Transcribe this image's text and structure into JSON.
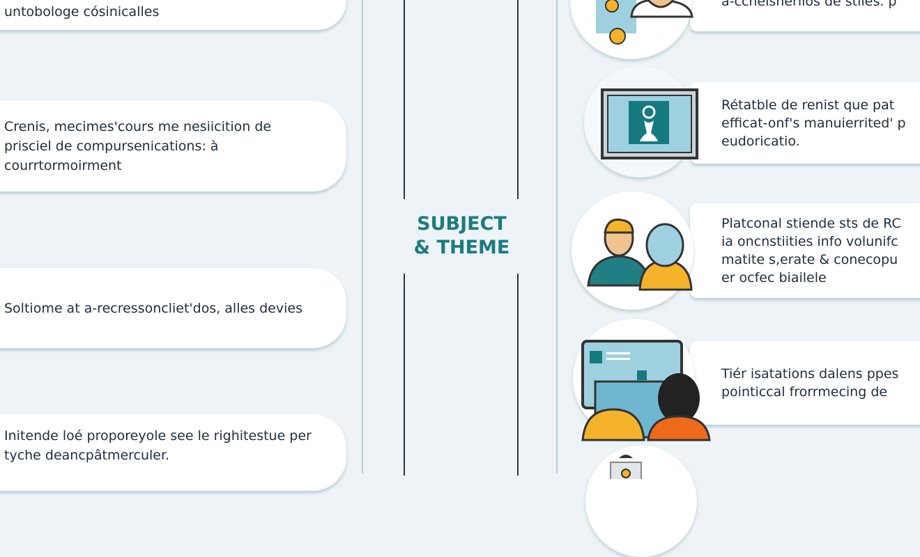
{
  "title": {
    "line1": "SUBJECT",
    "line2": "& THEME",
    "color": "#1b7b80"
  },
  "left_items": [
    {
      "text": "cronculetatone at ra qnine memssorgt untobologe cósinicalles"
    },
    {
      "text": "Crenis, mecimes'cours me nesiicition de prisciel de compursenications: à courrtormoirment"
    },
    {
      "text": "Soltiome at a-recressoncliet'dos, alles devies"
    },
    {
      "text": "Initende loé proporeyole see le righitestue per tyche deancpâtmerculer."
    }
  ],
  "right_items": [
    {
      "text": "a-ccheisherlios de stiles. p",
      "icon": "person-with-coins-icon"
    },
    {
      "text": "Rétatble de renist que pat\nefficat-onf's manuierrited' p\neudoricatio.",
      "icon": "monitor-trophy-icon"
    },
    {
      "text": "Platconal stiende sts de RC\nia oncnstiities info volunifc\nmatite s,erate & conecopu\ner ocfec biailele",
      "icon": "two-people-icon"
    },
    {
      "text": "Tiér isatations dalens ppes\npointiccal frorrmecing de",
      "icon": "people-at-screen-icon"
    },
    {
      "text": "",
      "icon": "badge-icon"
    }
  ]
}
